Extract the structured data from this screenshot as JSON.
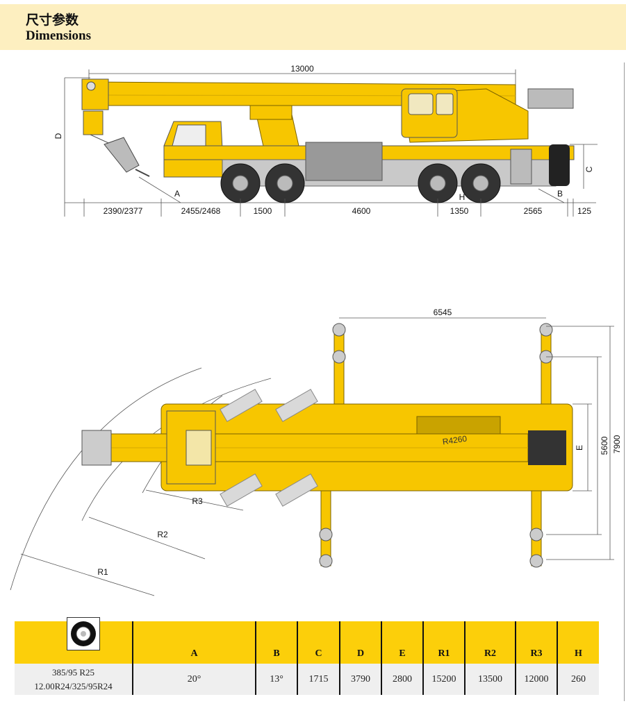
{
  "header": {
    "title_zh": "尺寸参数",
    "title_en": "Dimensions"
  },
  "side_view": {
    "overall_length": "13000",
    "bottom_dims": [
      "2390/2377",
      "2455/2468",
      "1500",
      "4600",
      "1350",
      "2565",
      "125"
    ],
    "labels": {
      "A": "A",
      "B": "B",
      "C": "C",
      "D": "D",
      "H": "H"
    }
  },
  "top_view": {
    "outrigger_span": "6545",
    "width_outer": "7900",
    "width_inner": "5600",
    "e_label": "E",
    "tail_radius": "R4260",
    "radii": [
      "R1",
      "R2",
      "R3"
    ]
  },
  "table": {
    "tyre_icon": "tyre-icon",
    "headers": [
      "A",
      "B",
      "C",
      "D",
      "E",
      "R1",
      "R2",
      "R3",
      "H"
    ],
    "tyre_sizes": [
      "385/95 R25",
      "12.00R24/325/95R24"
    ],
    "values": [
      "20°",
      "13°",
      "1715",
      "3790",
      "2800",
      "15200",
      "13500",
      "12000",
      "260"
    ]
  },
  "colors": {
    "crane_yellow": "#f7c600",
    "header_band": "#fdefc0",
    "table_header": "#fccf0a",
    "table_body": "#efefef"
  }
}
